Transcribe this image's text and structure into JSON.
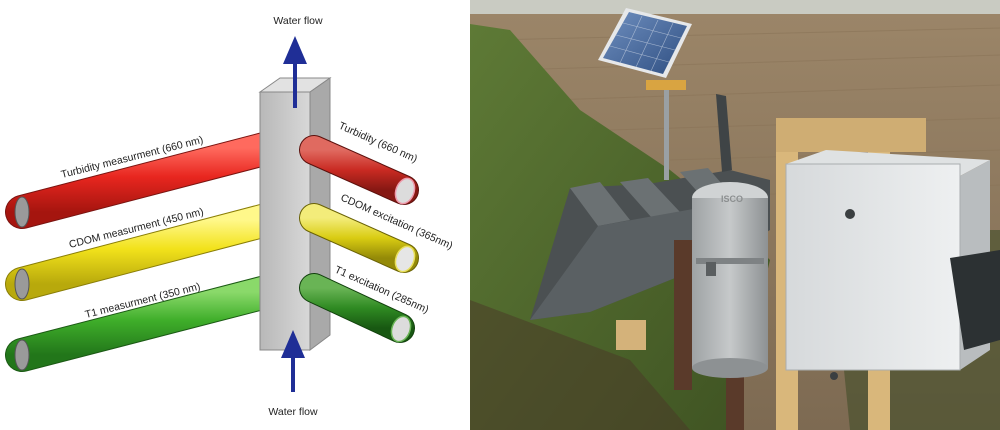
{
  "diagram": {
    "flow_top": "Water flow",
    "flow_bottom": "Water flow",
    "left_rods": [
      {
        "label": "Turbidity  measurment (660 nm)",
        "color": "#e8261f"
      },
      {
        "label": "CDOM  measurment (450 nm)",
        "color": "#f2e21b"
      },
      {
        "label": "T1 measurment (350 nm)",
        "color": "#3fae2a"
      }
    ],
    "right_rods": [
      {
        "label": "Turbidity (660 nm)",
        "color": "#c92a22"
      },
      {
        "label": "CDOM  excitation (365nm)",
        "color": "#d9cc12"
      },
      {
        "label": "T1 excitation (285nm)",
        "color": "#2f8a22"
      }
    ],
    "arrow_color": "#1f2e96",
    "block_color": "#cdcdcd"
  },
  "photo": {
    "panel_logo": "ISCO"
  }
}
